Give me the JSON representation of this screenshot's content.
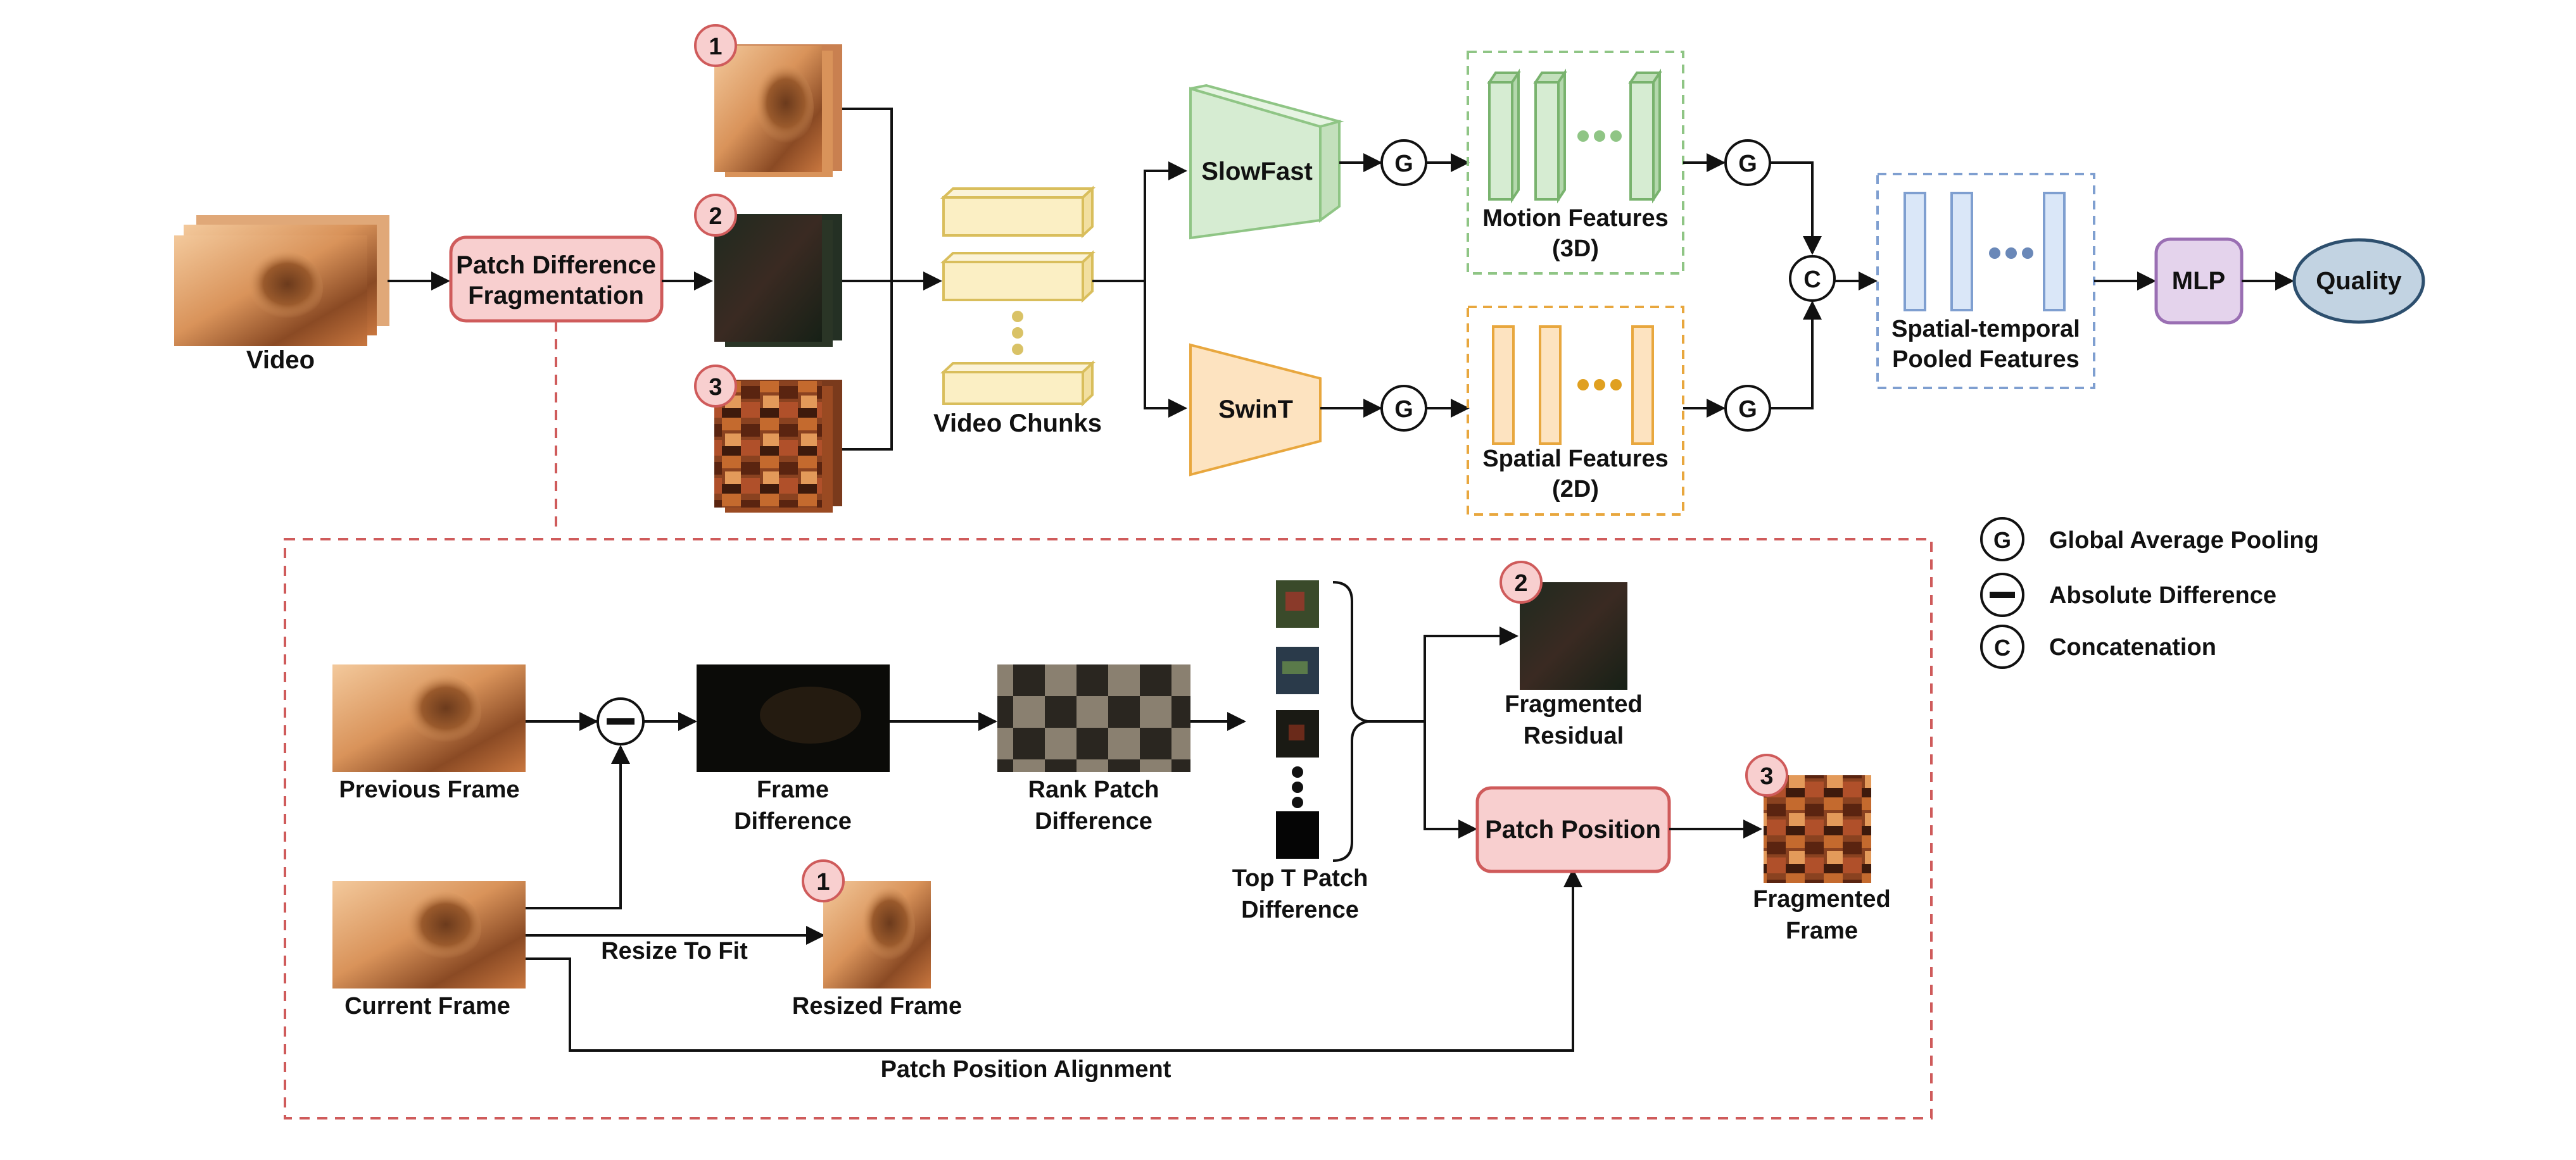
{
  "colors": {
    "red_fill": "#f8cfcf",
    "red_stroke": "#cf5b5b",
    "green_fill": "#d6ecd2",
    "green_stroke": "#8fc585",
    "orange_fill": "#fde3c0",
    "orange_stroke": "#e8a73e",
    "yellow_fill": "#fbefc4",
    "yellow_stroke": "#d9be5c",
    "blue_fill": "#dae7f8",
    "blue_stroke": "#7f9fd0",
    "purple_fill": "#e4d3ec",
    "purple_stroke": "#9a6fb3",
    "quality_fill": "#c2d3e2",
    "quality_stroke": "#2d4f6e"
  },
  "top": {
    "video_label": "Video",
    "pdf_line1": "Patch Difference",
    "pdf_line2": "Fragmentation",
    "chunks_label": "Video Chunks",
    "slowfast": "SlowFast",
    "swint": "SwinT",
    "g": "G",
    "c": "C",
    "motion_line1": "Motion Features",
    "motion_line2": "(3D)",
    "spatial_line1": "Spatial Features",
    "spatial_line2": "(2D)",
    "pooled_line1": "Spatial-temporal",
    "pooled_line2": "Pooled Features",
    "mlp": "MLP",
    "quality": "Quality",
    "badge_1": "1",
    "badge_2": "2",
    "badge_3": "3"
  },
  "legend": {
    "g_symbol": "G",
    "g_text": "Global Average Pooling",
    "minus_text": "Absolute Difference",
    "c_symbol": "C",
    "c_text": "Concatenation"
  },
  "detail": {
    "previous_frame": "Previous Frame",
    "current_frame": "Current Frame",
    "frame_diff_line1": "Frame",
    "frame_diff_line2": "Difference",
    "rank_line1": "Rank Patch",
    "rank_line2": "Difference",
    "topt_line1": "Top T Patch",
    "topt_line2": "Difference",
    "frag_res_line1": "Fragmented",
    "frag_res_line2": "Residual",
    "patch_position": "Patch Position",
    "frag_frame_line1": "Fragmented",
    "frag_frame_line2": "Frame",
    "resize_to_fit": "Resize To Fit",
    "resized_frame": "Resized Frame",
    "alignment": "Patch Position Alignment",
    "badge_1": "1",
    "badge_2": "2",
    "badge_3": "3"
  }
}
